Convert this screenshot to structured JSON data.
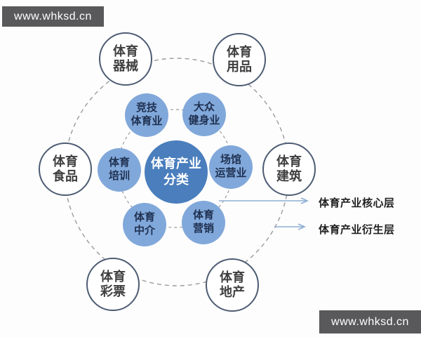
{
  "watermarks": {
    "top_left": "www.whksd.cn",
    "bottom_right": "www.whksd.cn"
  },
  "diagram": {
    "center": {
      "label": "体育产业\n分类"
    },
    "inner_ring": [
      {
        "label": "竞技\n体育业"
      },
      {
        "label": "大众\n健身业"
      },
      {
        "label": "体育\n培训"
      },
      {
        "label": "场馆\n运营业"
      },
      {
        "label": "体育\n中介"
      },
      {
        "label": "体育\n营销"
      }
    ],
    "outer_ring": [
      {
        "label": "体育\n器械"
      },
      {
        "label": "体育\n用品"
      },
      {
        "label": "体育\n食品"
      },
      {
        "label": "体育\n建筑"
      },
      {
        "label": "体育\n彩票"
      },
      {
        "label": "体育\n地产"
      }
    ],
    "annotations": [
      {
        "label": "体育产业核心层"
      },
      {
        "label": "体育产业衍生层"
      }
    ]
  },
  "colors": {
    "background": "#fdfdfd",
    "center_fill": "#4a7ebd",
    "inner_fill": "#81a8da",
    "inner_text": "#1f3050",
    "outer_border": "#4d5c73",
    "outer_text": "#3f3f3f",
    "annotation_text": "#1f1f1f",
    "arrow": "#8fafd4",
    "dash": "#9b9b9b",
    "watermark_bg": "#59595b",
    "watermark_text": "#ffffff"
  }
}
